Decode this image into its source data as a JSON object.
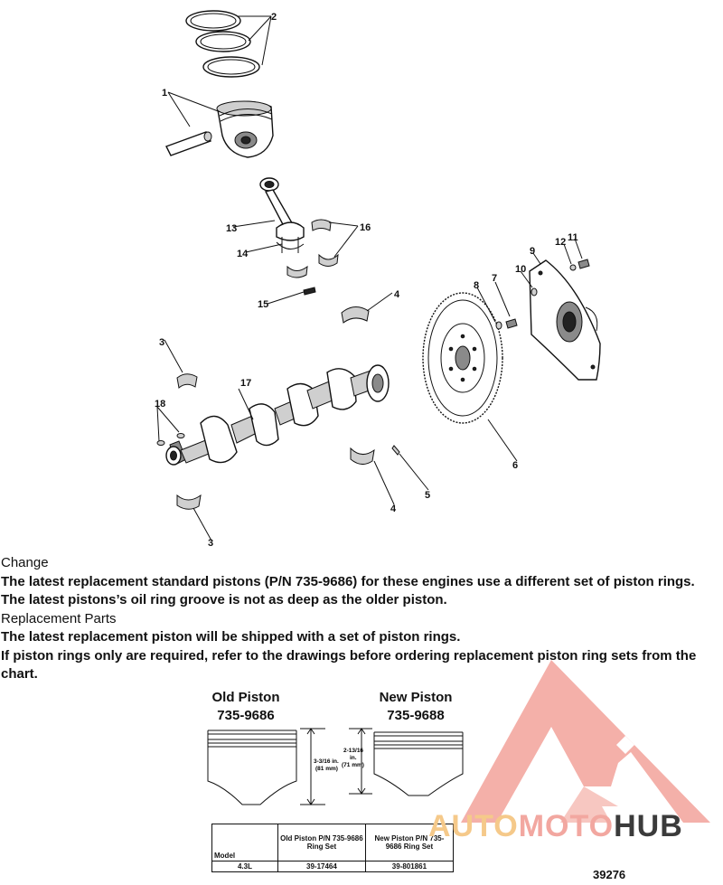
{
  "diagram": {
    "callouts": [
      "1",
      "2",
      "3",
      "3",
      "3",
      "4",
      "4",
      "5",
      "6",
      "7",
      "8",
      "9",
      "10",
      "11",
      "12",
      "13",
      "14",
      "15",
      "16",
      "17",
      "18"
    ],
    "figure_number": "39276"
  },
  "notice": {
    "change_heading": "Change",
    "change_line1": "The latest replacement standard pistons (P/N 735-9686) for these engines use a different set of piston rings.",
    "change_line2": "The latest pistons’s oil ring groove is not as deep as the older piston.",
    "parts_heading": "Replacement Parts",
    "parts_line1": "The latest replacement piston will be shipped with a set of piston rings.",
    "parts_line2": "If piston rings only are required, refer to the drawings before ordering replacement piston ring sets from the chart."
  },
  "pistons": {
    "old": {
      "title": "Old Piston",
      "pn": "735-9686",
      "dimension": [
        "3-3/16 in.",
        "(81 mm)"
      ]
    },
    "new": {
      "title": "New Piston",
      "pn": "735-9688",
      "dimension": [
        "2-13/16",
        "in.",
        "(71 mm)"
      ]
    }
  },
  "table": {
    "headers": [
      "Model",
      "Old Piston P/N 735-9686 Ring Set",
      "New Piston P/N 735-9686 Ring Set"
    ],
    "rows": [
      [
        "4.3L",
        "39-17464",
        "39-801861"
      ]
    ]
  },
  "watermark": {
    "brand_part1": "AUTO",
    "brand_part2": "MOTO",
    "brand_part3": "HUB",
    "colors": {
      "orange": "#f5c98a",
      "red": "#f2a7a0",
      "dark": "#3b3b3b"
    }
  }
}
